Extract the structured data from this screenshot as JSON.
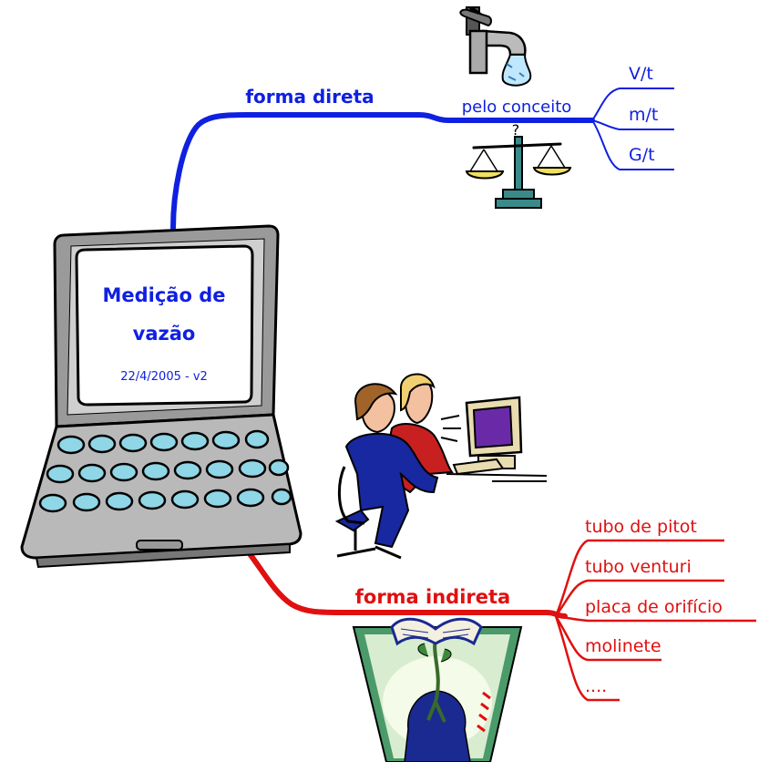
{
  "central_topic": {
    "title": "Medição de vazão",
    "title_line1": "Medição de",
    "title_line2": "vazão",
    "subtitle": "22/4/2005 - v2"
  },
  "branches": {
    "direct": {
      "label": "forma direta",
      "color": "#1020e0",
      "sub": {
        "label": "pelo conceito",
        "items": [
          "V/t",
          "m/t",
          "G/t"
        ]
      }
    },
    "indirect": {
      "label": "forma indireta",
      "color": "#e01010",
      "items": [
        "tubo de pitot",
        "tubo venturi",
        "placa de orifício",
        "molinete",
        "...."
      ]
    }
  },
  "icons": [
    "laptop-icon",
    "faucet-icon",
    "balance-scale-icon",
    "people-at-computer-icon",
    "book-head-icon"
  ]
}
